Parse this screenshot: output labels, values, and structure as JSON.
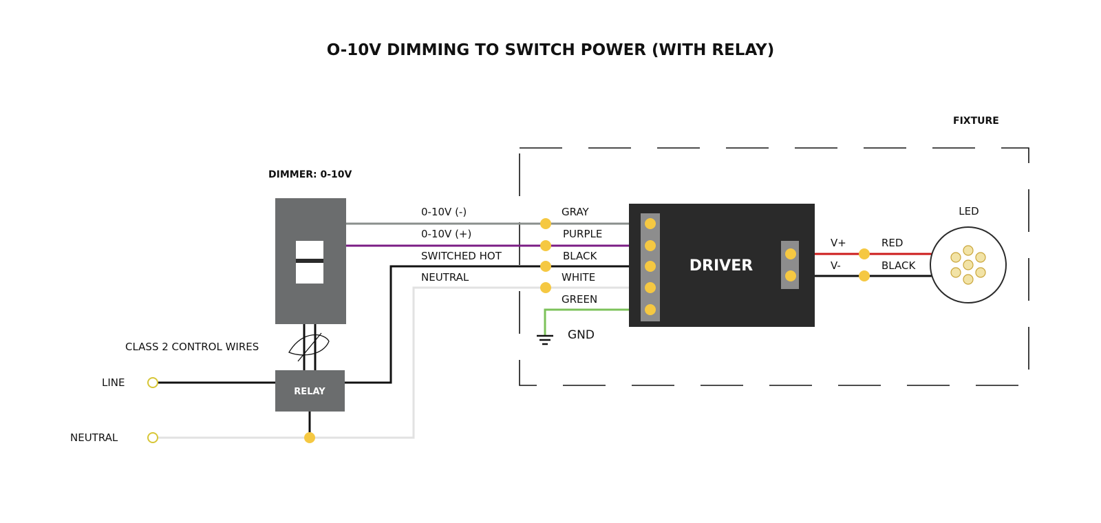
{
  "title": "O-10V DIMMING TO SWITCH POWER (WITH RELAY)",
  "fixture_label": "FIXTURE",
  "dimmer_label": "DIMMER: 0-10V",
  "led_label": "LED",
  "driver_label": "DRIVER",
  "relay_label": "RELAY",
  "class2_label": "CLASS 2 CONTROL WIRES",
  "source": {
    "line_label": "LINE",
    "neutral_label": "NEUTRAL"
  },
  "gnd_label": "GND",
  "circuit_labels": {
    "dim_minus": "0-10V (-)",
    "dim_plus": "0-10V (+)",
    "switched_hot": "SWITCHED HOT",
    "neutral": "NEUTRAL"
  },
  "driver_inputs": [
    {
      "color_name": "GRAY",
      "stroke": "#8a8f8c"
    },
    {
      "color_name": "PURPLE",
      "stroke": "#7b1c84"
    },
    {
      "color_name": "BLACK",
      "stroke": "#111111"
    },
    {
      "color_name": "WHITE",
      "stroke": "#e2e2e2"
    },
    {
      "color_name": "GREEN",
      "stroke": "#7cc25a"
    }
  ],
  "driver_outputs": [
    {
      "terminal": "V+",
      "color_name": "RED",
      "stroke": "#cc1b1b"
    },
    {
      "terminal": "V-",
      "color_name": "BLACK",
      "stroke": "#111111"
    }
  ],
  "colors": {
    "box_dark": "#2a2a2a",
    "device_gray": "#6b6d6e",
    "terminal_gray": "#8d8d8d",
    "connector_yellow": "#f5c842",
    "led_chip": "#f2e3a6"
  }
}
